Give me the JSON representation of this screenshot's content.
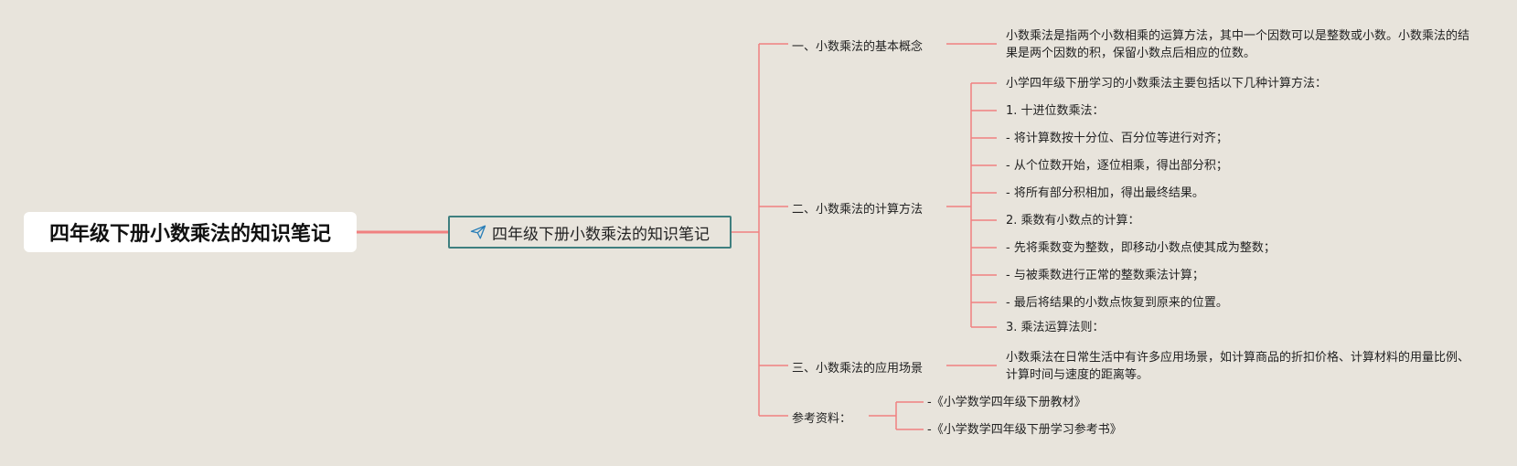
{
  "root": {
    "title": "四年级下册小数乘法的知识笔记"
  },
  "center": {
    "title": "四年级下册小数乘法的知识笔记",
    "icon": "paper-plane-icon"
  },
  "branches": [
    {
      "label": "一、小数乘法的基本概念"
    },
    {
      "label": "二、小数乘法的计算方法"
    },
    {
      "label": "三、小数乘法的应用场景"
    },
    {
      "label": "参考资料："
    }
  ],
  "concept_text": "小数乘法是指两个小数相乘的运算方法，其中一个因数可以是整数或小数。小数乘法的结果是两个因数的积，保留小数点后相应的位数。",
  "method_items": [
    "小学四年级下册学习的小数乘法主要包括以下几种计算方法：",
    "1. 十进位数乘法：",
    "- 将计算数按十分位、百分位等进行对齐；",
    "- 从个位数开始，逐位相乘，得出部分积；",
    "- 将所有部分积相加，得出最终结果。",
    "2. 乘数有小数点的计算：",
    "- 先将乘数变为整数，即移动小数点使其成为整数；",
    "- 与被乘数进行正常的整数乘法计算；",
    "- 最后将结果的小数点恢复到原来的位置。",
    "3. 乘法运算法则："
  ],
  "application_text": "小数乘法在日常生活中有许多应用场景，如计算商品的折扣价格、计算材料的用量比例、计算时间与速度的距离等。",
  "references": [
    "-《小学数学四年级下册教材》",
    "-《小学数学四年级下册学习参考书》"
  ],
  "colors": {
    "link": "#f08080",
    "center_border": "#3f7f7f",
    "background": "#e8e4dc"
  }
}
